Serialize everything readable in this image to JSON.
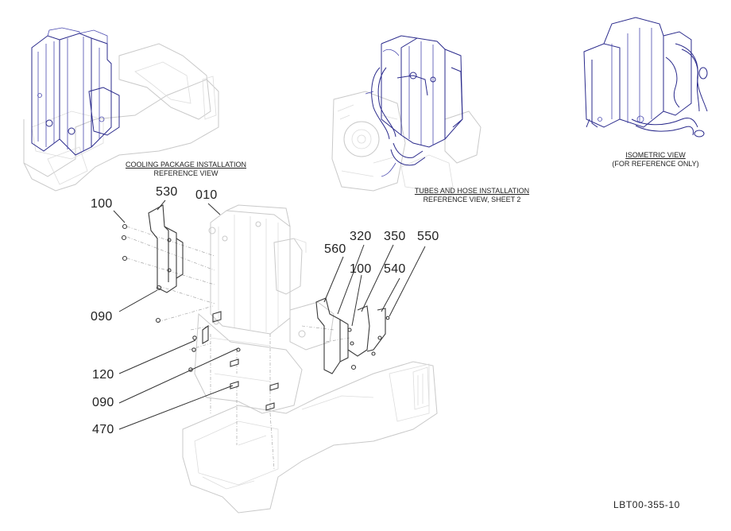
{
  "views": {
    "cooling_package": {
      "title": "COOLING PACKAGE INSTALLATION",
      "subtitle": "REFERENCE VIEW"
    },
    "tubes_hose": {
      "title": "TUBES AND HOSE INSTALLATION",
      "subtitle": "REFERENCE VIEW, SHEET 2"
    },
    "isometric": {
      "title": "ISOMETRIC VIEW",
      "subtitle": "(FOR REFERENCE ONLY)"
    }
  },
  "callouts": {
    "c100a": "100",
    "c530": "530",
    "c010": "010",
    "c090a": "090",
    "c120": "120",
    "c090b": "090",
    "c470": "470",
    "c560": "560",
    "c320": "320",
    "c350": "350",
    "c550": "550",
    "c100b": "100",
    "c540": "540"
  },
  "drawing_number": "LBT00-355-10",
  "colors": {
    "linework": "#2b2b8c",
    "ghost": "#c9c9c9",
    "text": "#222222"
  }
}
